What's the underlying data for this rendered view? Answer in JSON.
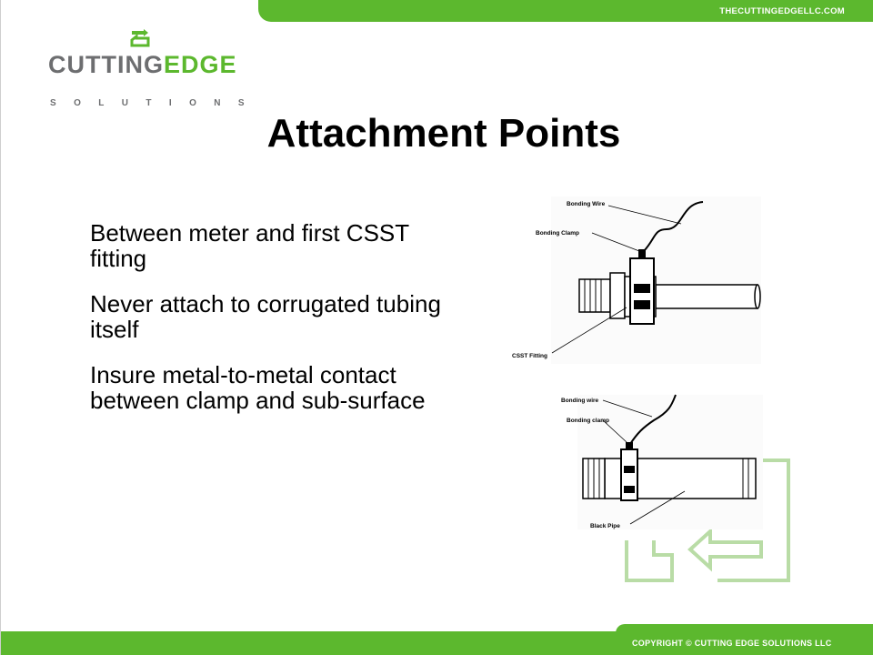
{
  "header": {
    "url": "THECUTTINGEDGELLC.COM"
  },
  "logo": {
    "word_part1": "CUTTING",
    "word_part2": "EDGE",
    "sub": "SOLUTIONS"
  },
  "title": "Attachment Points",
  "bullets": [
    "Between meter and first CSST fitting",
    "Never attach to corrugated tubing itself",
    "Insure metal-to-metal contact between clamp and sub-surface"
  ],
  "diagram1": {
    "labels": {
      "wire": "Bonding Wire",
      "clamp": "Bonding Clamp",
      "fitting": "CSST Fitting"
    }
  },
  "diagram2": {
    "labels": {
      "wire": "Bonding wire",
      "clamp": "Bonding clamp",
      "pipe": "Black Pipe"
    }
  },
  "footer": {
    "copyright": "COPYRIGHT © CUTTING EDGE SOLUTIONS LLC"
  },
  "colors": {
    "accent": "#5cb82e",
    "logo_gray": "#6d6e70",
    "deco_green": "#b9dca6"
  }
}
